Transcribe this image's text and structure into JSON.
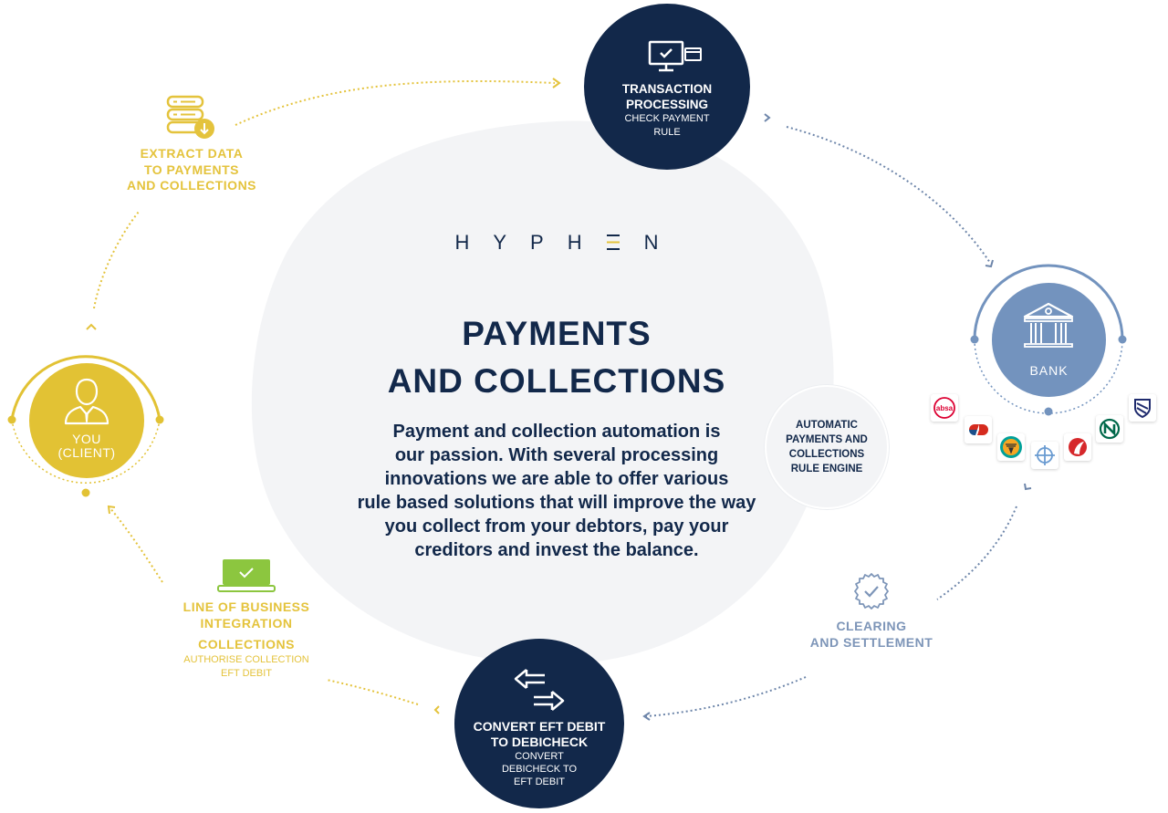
{
  "brand": {
    "name": "HYPHEN",
    "letters": [
      "H",
      "Y",
      "P",
      "H",
      "E",
      "N"
    ],
    "accent_color": "#e4c33c",
    "navy_color": "#12284a"
  },
  "center": {
    "title_line1": "PAYMENTS",
    "title_line2": "AND COLLECTIONS",
    "body_lines": [
      "Payment and collection automation is",
      "our passion. With several processing",
      "innovations we are able to offer various",
      "rule based solutions that will improve the way",
      "you collect from your debtors, pay your",
      "creditors and invest the balance."
    ]
  },
  "nodes": {
    "transaction": {
      "icon": "monitor-check-card-icon",
      "title_lines": [
        "TRANSACTION",
        "PROCESSING"
      ],
      "sub_lines": [
        "CHECK PAYMENT",
        "RULE"
      ]
    },
    "bank": {
      "icon": "bank-building-icon",
      "label": "BANK",
      "color": "#7393be"
    },
    "client": {
      "icon": "person-suit-icon",
      "label_lines": [
        "YOU",
        "(CLIENT)"
      ],
      "color": "#e2c234"
    },
    "convert": {
      "icon": "swap-arrows-icon",
      "title_lines": [
        "CONVERT EFT DEBIT",
        "TO DEBICHECK"
      ],
      "sub_lines": [
        "CONVERT",
        "DEBICHECK TO",
        "EFT DEBIT"
      ]
    },
    "rule_engine": {
      "label_lines": [
        "AUTOMATIC",
        "PAYMENTS AND",
        "COLLECTIONS",
        "RULE ENGINE"
      ]
    }
  },
  "steps": {
    "extract": {
      "icon": "database-download-icon",
      "label_lines": [
        "EXTRACT DATA",
        "TO PAYMENTS",
        "AND COLLECTIONS"
      ]
    },
    "clearing": {
      "icon": "badge-check-icon",
      "label_lines": [
        "CLEARING",
        "AND SETTLEMENT"
      ]
    },
    "line_of_business": {
      "icon": "laptop-check-icon",
      "title_lines": [
        "LINE OF BUSINESS",
        "INTEGRATION"
      ],
      "collections": "COLLECTIONS",
      "sub_lines": [
        "AUTHORISE COLLECTION",
        "EFT DEBIT"
      ],
      "icon_color": "#8cc63f"
    }
  },
  "banks": [
    {
      "name": "absa",
      "icon": "absa-logo-icon",
      "color": "#dc0032"
    },
    {
      "name": "capitec",
      "icon": "capitec-logo-icon",
      "color": "#d52b1e"
    },
    {
      "name": "fnb",
      "icon": "fnb-logo-icon",
      "color": "#f5a623"
    },
    {
      "name": "investec",
      "icon": "crosshair-logo-icon",
      "color": "#6a9bd1"
    },
    {
      "name": "bidvest",
      "icon": "red-sail-logo-icon",
      "color": "#d6282b"
    },
    {
      "name": "nedbank",
      "icon": "nedbank-logo-icon",
      "color": "#00684a"
    },
    {
      "name": "standard-bank",
      "icon": "shield-logo-icon",
      "color": "#1f2b6e"
    }
  ]
}
